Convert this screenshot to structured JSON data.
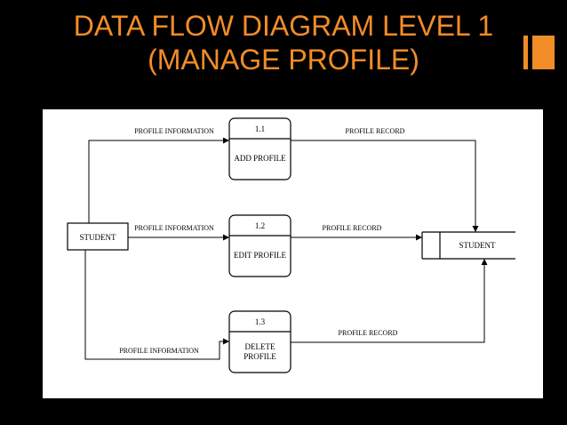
{
  "slide": {
    "title_line1": "DATA FLOW DIAGRAM LEVEL 1",
    "title_line2": "(MANAGE PROFILE)",
    "accent_color": "#f28c28"
  },
  "diagram": {
    "entity": {
      "label": "STUDENT"
    },
    "data_store": {
      "label": "STUDENT"
    },
    "processes": [
      {
        "id": "1.1",
        "label": "ADD PROFILE"
      },
      {
        "id": "1.2",
        "label": "EDIT PROFILE"
      },
      {
        "id": "1.3",
        "label_line1": "DELETE",
        "label_line2": "PROFILE"
      }
    ],
    "flows": {
      "in_1": "PROFILE INFORMATION",
      "in_2": "PROFILE INFORMATION",
      "in_3": "PROFILE INFORMATION",
      "out_1": "PROFILE RECORD",
      "out_2": "PROFILE RECORD",
      "out_3": "PROFILE RECORD"
    }
  }
}
